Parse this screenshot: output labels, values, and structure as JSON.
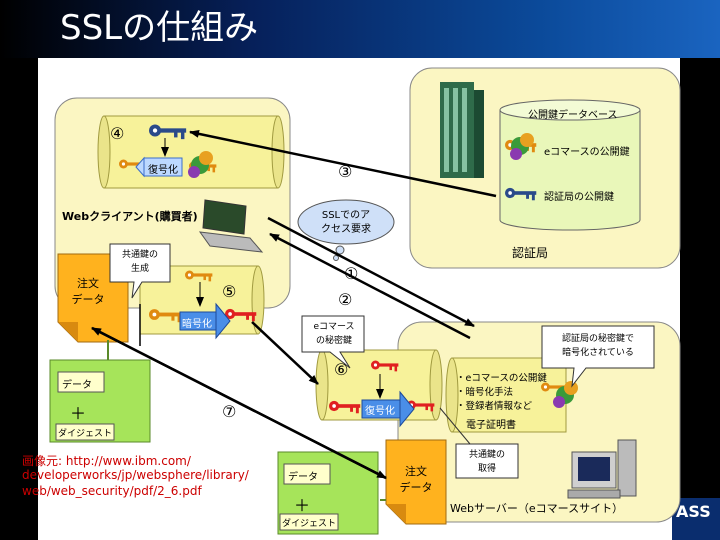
{
  "slide_title": "SSLの仕組み",
  "certificate_authority": {
    "label": "認証局",
    "database_title": "公開鍵データベース",
    "ecommerce_public_key": "eコマースの公開鍵",
    "ca_public_key": "認証局の公開鍵"
  },
  "web_client": {
    "label": "Webクライアント(購買者)",
    "decrypt_label": "復号化",
    "encrypt_label": "暗号化",
    "session_key_note": "共通鍵の\n生成",
    "order_data": "注文\nデータ"
  },
  "ssl_request_bubble": "SSLでのア\nクセス要求",
  "steps": {
    "s1": "①",
    "s2": "②",
    "s3": "③",
    "s4": "④",
    "s5": "⑤",
    "s6": "⑥",
    "s7": "⑦"
  },
  "web_server": {
    "label": "Webサーバー（eコマースサイト）",
    "private_key_callout": "eコマース\nの秘密鍵",
    "decrypt_label": "復号化",
    "certificate_title": "電子証明書",
    "certificate_items": [
      "・eコマースの公開鍵",
      "・暗号化手法",
      "・登録者情報など"
    ],
    "ca_signed_callout": "認証局の秘密鍵で\n暗号化されている",
    "session_key_callout": "共通鍵の\n取得",
    "order_data": "注文\nデータ"
  },
  "digest_box": {
    "data_label": "データ",
    "plus": "＋",
    "digest_label": "ダイジェスト"
  },
  "source_note": {
    "label": "画像元: http://www.ibm.com/",
    "line2": "developerworks/jp/websphere/library/",
    "line3": "web/web_security/pdf/2_6.pdf"
  },
  "logo_text": "ASS",
  "colors": {
    "cream_panel": "#fbf6c2",
    "scroll_yellow": "#f7f29a",
    "green_box": "#a6e45a",
    "orange_doc": "#ffb21e",
    "db_green": "#e9f7b9",
    "bubble_blue": "#cfe0f8",
    "key_red": "#e02020",
    "arrow_blue": "#4a8ee8",
    "source_red": "#cc0000"
  }
}
